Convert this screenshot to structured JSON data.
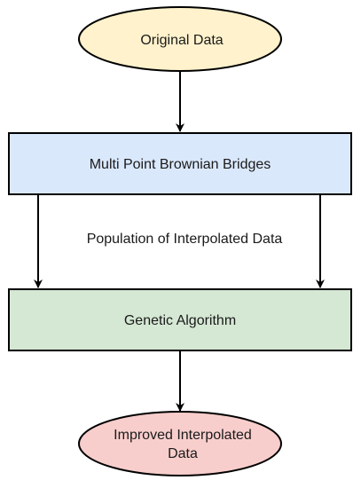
{
  "nodes": {
    "original": {
      "label": "Original Data",
      "fill": "#fff2cc",
      "stroke": "#000000"
    },
    "bridges": {
      "label": "Multi Point Brownian Bridges",
      "fill": "#dae8fc",
      "stroke": "#000000"
    },
    "genetic": {
      "label": "Genetic Algorithm",
      "fill": "#d5e8d4",
      "stroke": "#000000"
    },
    "improved": {
      "label_line1": "Improved Interpolated",
      "label_line2": "Data",
      "fill": "#f8cecc",
      "stroke": "#000000"
    }
  },
  "edge_label": "Population of Interpolated Data"
}
